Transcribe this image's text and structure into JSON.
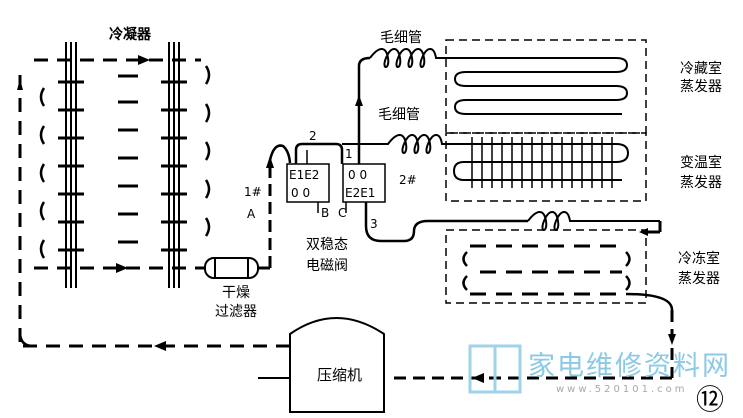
{
  "labels": {
    "condenser": "冷凝器",
    "capillary_top": "毛细管",
    "capillary_mid": "毛细管",
    "fridge_evap_l1": "冷藏室",
    "fridge_evap_l2": "蒸发器",
    "variable_evap_l1": "变温室",
    "variable_evap_l2": "蒸发器",
    "freezer_evap_l1": "冷冻室",
    "freezer_evap_l2": "蒸发器",
    "filter_l1": "干燥",
    "filter_l2": "过滤器",
    "valve_l1": "双稳态",
    "valve_l2": "电磁阀",
    "compressor": "压缩机",
    "port_1hash": "1#",
    "port_a": "A",
    "port_2hash": "2#",
    "num_1": "1",
    "num_2": "2",
    "num_3": "3",
    "port_b": "B",
    "port_c": "C",
    "coil_left_top": "E1E2",
    "coil_left_bottom": "0  0",
    "coil_right_top": "0  0",
    "coil_right_bottom": "E2E1",
    "figure_number": "⑫"
  },
  "watermark": {
    "text": "家电维修资料网",
    "url": "www.520101.com"
  }
}
